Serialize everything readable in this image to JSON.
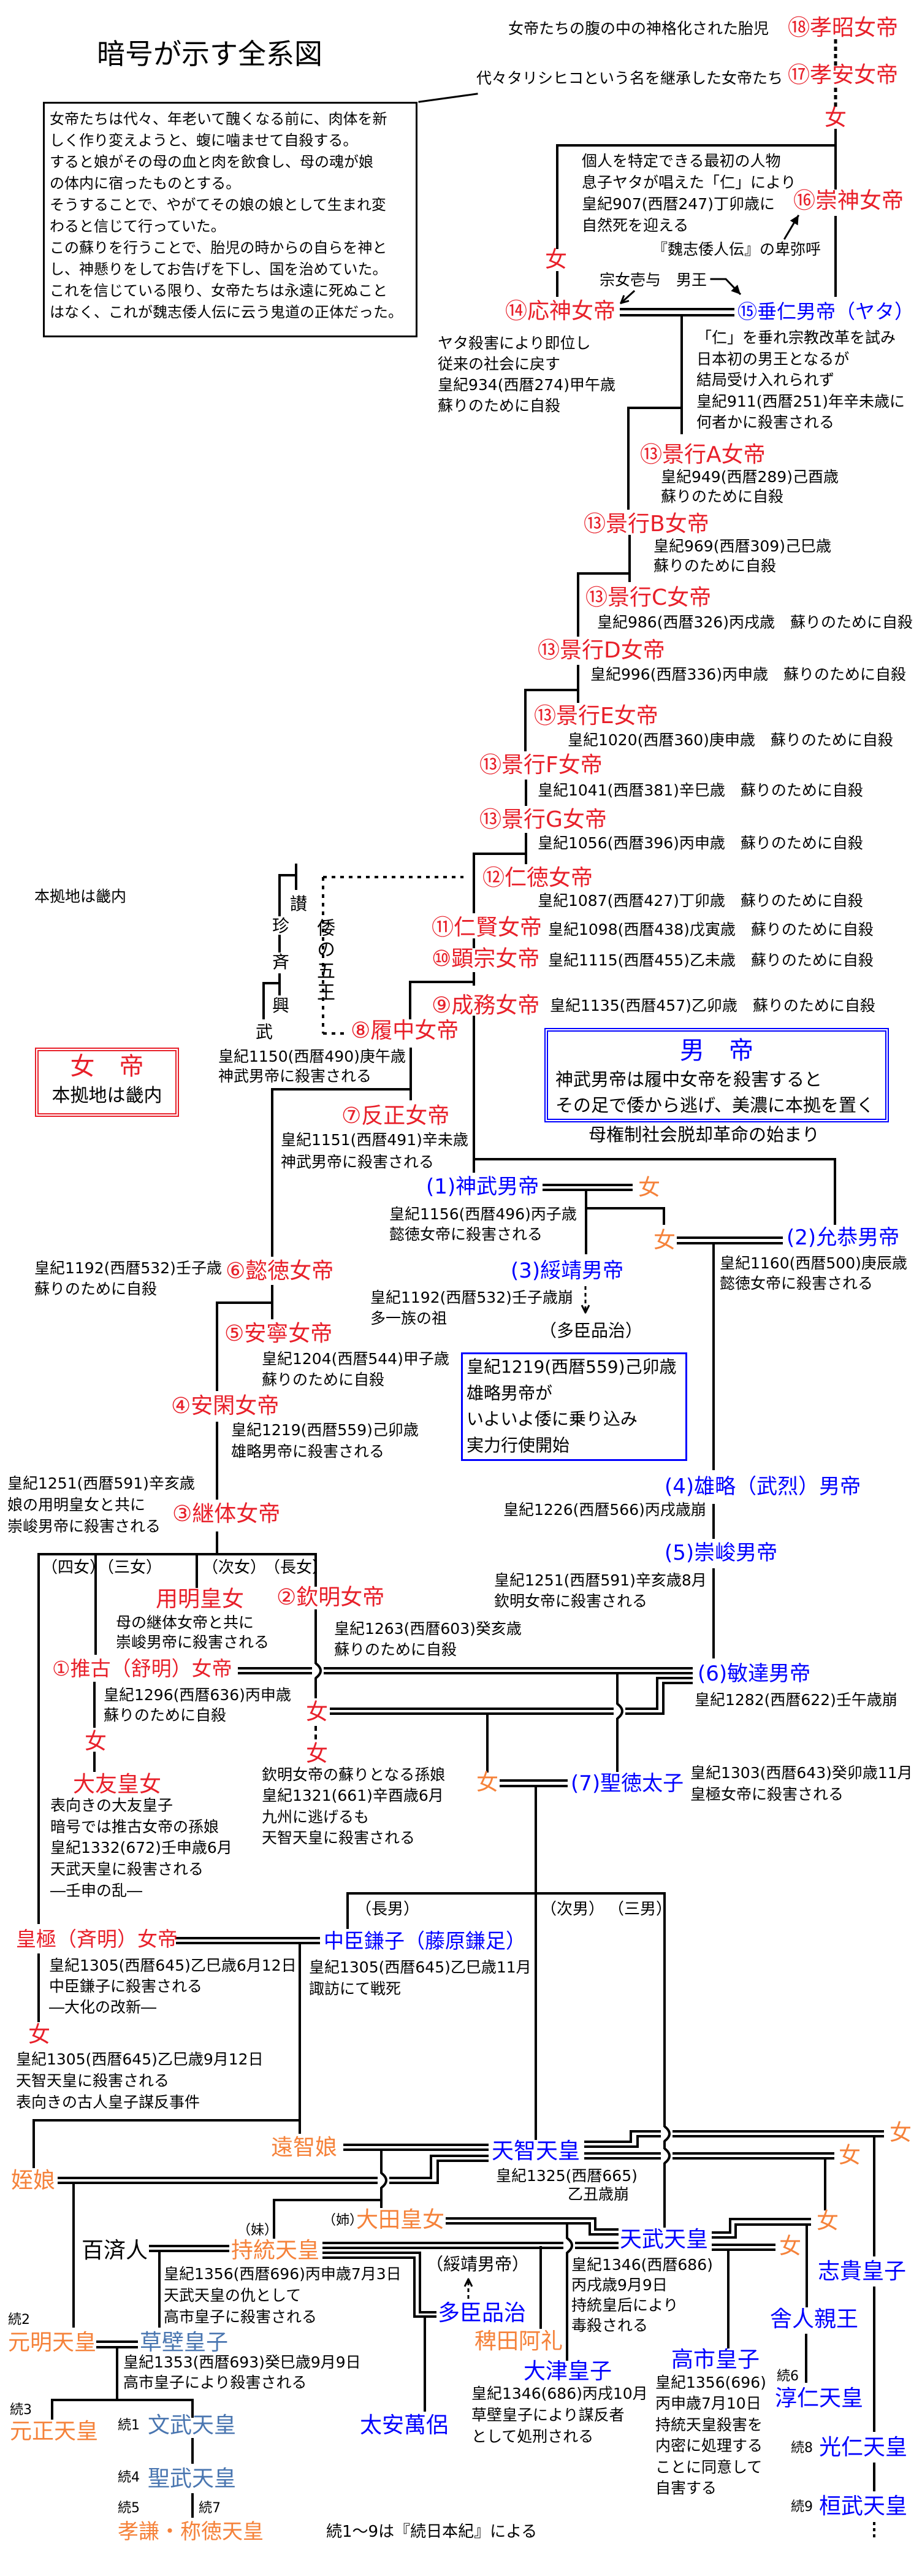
{
  "title": "暗号が示す全系図",
  "palette": {
    "female_line": "#e8202a",
    "male_line": "#0000ff",
    "consort": "#f5823a",
    "imperial_descendant": "#4a76b0"
  },
  "markers": {
    "female": "女"
  },
  "captions": {
    "fetus_deity": "女帝たちの腹の中の神格化された胎児",
    "tarishihiko": "代々タリシヒコという名を継承した女帝たち",
    "himiko": "『魏志倭人伝』の卑弥呼",
    "iyo": "宗女壱与",
    "male_king": "男王",
    "base_kinai": "本拠地は畿内",
    "wa_five_kings": "倭の五王",
    "revolution": "母権制社会脱却革命の始まり",
    "footnote": "続1～9は『続日本紀』による"
  },
  "intro_box": [
    "女帝たちは代々、年老いて醜くなる前に、肉体を新",
    "しく作り変えようと、蝮に噛ませて自殺する。",
    "すると娘がその母の血と肉を飲食し、母の魂が娘",
    "の体内に宿ったものとする。",
    "そうすることで、やがてその娘の娘として生まれ変",
    "わると信じて行っていた。",
    "この蘇りを行うことで、胎児の時からの自らを神と",
    "し、神懸りをしてお告げを下し、国を治めていた。",
    "これを信じている限り、女帝たちは永遠に死ぬこと",
    "はなく、これが魏志倭人伝に云う鬼道の正体だった。"
  ],
  "legend": {
    "female": {
      "title": "女　帝",
      "text": "本拠地は畿内"
    },
    "male": {
      "title": "男　帝",
      "lines": [
        "神武男帝は履中女帝を殺害すると",
        "その足で倭から逃げ、美濃に本拠を置く"
      ]
    }
  },
  "event_box": [
    "皇紀1219(西暦559)己卯歳",
    "雄略男帝が",
    "いよいよ倭に乗り込み",
    "実力行使開始"
  ],
  "wa_kings": [
    "讃",
    "珍",
    "斉",
    "興",
    "武"
  ],
  "daughter_labels": [
    "（四女）",
    "（三女）",
    "（次女）",
    "（長女）"
  ],
  "son_labels": [
    "（長男）",
    "（次男）",
    "（三男）"
  ],
  "people": {
    "kosho": {
      "name": "⑱孝昭女帝"
    },
    "koan": {
      "name": "⑰孝安女帝"
    },
    "sujin": {
      "name": "⑯崇神女帝",
      "notes": [
        "個人を特定できる最初の人物",
        "息子ヤタが唱えた「仁」により",
        "皇紀907(西暦247)丁卯歳に",
        "自然死を迎える"
      ]
    },
    "ojin": {
      "name": "⑭応神女帝",
      "notes": [
        "ヤタ殺害により即位し",
        "従来の社会に戻す",
        "皇紀934(西暦274)甲午歳",
        "蘇りのために自殺"
      ]
    },
    "suinin": {
      "name": "⑮垂仁男帝（ヤタ）",
      "notes": [
        "「仁」を垂れ宗教改革を試み",
        "日本初の男王となるが",
        "結局受け入れられず",
        "皇紀911(西暦251)年辛未歳に",
        "何者かに殺害される"
      ]
    },
    "keiko_a": {
      "name": "⑬景行A女帝",
      "notes": [
        "皇紀949(西暦289)己酉歳",
        "蘇りのために自殺"
      ]
    },
    "keiko_b": {
      "name": "⑬景行B女帝",
      "notes": [
        "皇紀969(西暦309)己巳歳",
        "蘇りのために自殺"
      ]
    },
    "keiko_c": {
      "name": "⑬景行C女帝",
      "notes": [
        "皇紀986(西暦326)丙戌歳　蘇りのために自殺"
      ]
    },
    "keiko_d": {
      "name": "⑬景行D女帝",
      "notes": [
        "皇紀996(西暦336)丙申歳　蘇りのために自殺"
      ]
    },
    "keiko_e": {
      "name": "⑬景行E女帝",
      "notes": [
        "皇紀1020(西暦360)庚申歳　蘇りのために自殺"
      ]
    },
    "keiko_f": {
      "name": "⑬景行F女帝",
      "notes": [
        "皇紀1041(西暦381)辛巳歳　蘇りのために自殺"
      ]
    },
    "keiko_g": {
      "name": "⑬景行G女帝",
      "notes": [
        "皇紀1056(西暦396)丙申歳　蘇りのために自殺"
      ]
    },
    "nintoku": {
      "name": "⑫仁徳女帝",
      "notes": [
        "皇紀1087(西暦427)丁卯歳　蘇りのために自殺"
      ]
    },
    "ninken": {
      "name": "⑪仁賢女帝",
      "notes": [
        "皇紀1098(西暦438)戊寅歳　蘇りのために自殺"
      ]
    },
    "kenzo": {
      "name": "⑩顕宗女帝",
      "notes": [
        "皇紀1115(西暦455)乙未歳　蘇りのために自殺"
      ]
    },
    "seimu": {
      "name": "⑨成務女帝",
      "notes": [
        "皇紀1135(西暦457)乙卯歳　蘇りのために自殺"
      ]
    },
    "richu": {
      "name": "⑧履中女帝",
      "notes": [
        "皇紀1150(西暦490)庚午歳",
        "神武男帝に殺害される"
      ]
    },
    "hanzei": {
      "name": "⑦反正女帝",
      "notes": [
        "皇紀1151(西暦491)辛未歳",
        "神武男帝に殺害される"
      ]
    },
    "jinmu": {
      "name": "(1)神武男帝",
      "notes": [
        "皇紀1156(西暦496)丙子歳",
        "懿徳女帝に殺害される"
      ]
    },
    "ingyo": {
      "name": "(2)允恭男帝",
      "notes": [
        "皇紀1160(西暦500)庚辰歳",
        "懿徳女帝に殺害される"
      ]
    },
    "suizei": {
      "name": "(3)綏靖男帝",
      "notes": [
        "皇紀1192(西暦532)壬子歳崩",
        "多一族の祖"
      ],
      "alias": "（多臣品治）"
    },
    "itoku": {
      "name": "⑥懿徳女帝",
      "notes": [
        "皇紀1192(西暦532)壬子歳",
        "蘇りのために自殺"
      ]
    },
    "annei": {
      "name": "⑤安寧女帝",
      "notes": [
        "皇紀1204(西暦544)甲子歳",
        "蘇りのために自殺"
      ]
    },
    "ankan": {
      "name": "④安閑女帝",
      "notes": [
        "皇紀1219(西暦559)己卯歳",
        "雄略男帝に殺害される"
      ]
    },
    "yuryaku": {
      "name": "(4)雄略（武烈）男帝",
      "notes": [
        "皇紀1226(西暦566)丙戌歳崩"
      ]
    },
    "sushun": {
      "name": "(5)崇峻男帝",
      "notes": [
        "皇紀1251(西暦591)辛亥歳8月",
        "欽明女帝に殺害される"
      ]
    },
    "keitai": {
      "name": "③継体女帝",
      "notes": [
        "皇紀1251(西暦591)辛亥歳",
        "娘の用明皇女と共に",
        "崇峻男帝に殺害される"
      ]
    },
    "yomei": {
      "name": "用明皇女",
      "notes": [
        "母の継体女帝と共に",
        "崇峻男帝に殺害される"
      ]
    },
    "kinmei": {
      "name": "②欽明女帝",
      "notes": [
        "皇紀1263(西暦603)癸亥歳",
        "蘇りのために自殺"
      ]
    },
    "suiko": {
      "name": "①推古（舒明）女帝",
      "notes": [
        "皇紀1296(西暦636)丙申歳",
        "蘇りのために自殺"
      ]
    },
    "otomo": {
      "name": "大友皇女",
      "notes": [
        "表向きの大友皇子",
        "暗号では推古女帝の孫娘",
        "皇紀1332(672)壬申歳6月",
        "天武天皇に殺害される",
        "―壬申の乱―"
      ]
    },
    "kinmei_granddaughter": {
      "notes": [
        "欽明女帝の蘇りとなる孫娘",
        "皇紀1321(661)辛酉歳6月",
        "九州に逃げるも",
        "天智天皇に殺害される"
      ]
    },
    "bidatsu": {
      "name": "(6)敏達男帝",
      "notes": [
        "皇紀1282(西暦622)壬午歳崩"
      ]
    },
    "shotoku": {
      "name": "(7)聖徳太子",
      "notes": [
        "皇紀1303(西暦643)癸卯歳11月",
        "皇極女帝に殺害される"
      ]
    },
    "kogyoku": {
      "name": "皇極（斉明）女帝",
      "notes": [
        "皇紀1305(西暦645)乙巳歳6月12日",
        "中臣鎌子に殺害される",
        "―大化の改新―"
      ]
    },
    "kogyoku_daughter": {
      "notes": [
        "皇紀1305(西暦645)乙巳歳9月12日",
        "天智天皇に殺害される",
        "表向きの古人皇子謀反事件"
      ]
    },
    "kamako": {
      "name": "中臣鎌子（藤原鎌足）",
      "notes": [
        "皇紀1305(西暦645)乙巳歳11月",
        "諏訪にて戦死"
      ]
    },
    "ochi": {
      "name": "遠智娘"
    },
    "mei": {
      "name": "姪娘"
    },
    "tenji": {
      "name": "天智天皇",
      "notes": [
        "皇紀1325(西暦665)",
        "乙丑歳崩"
      ]
    },
    "ota": {
      "name": "大田皇女",
      "relation": "（姉）"
    },
    "jito": {
      "name": "持統天皇",
      "relation": "（妹）",
      "notes": [
        "皇紀1356(西暦696)丙申歳7月3日",
        "天武天皇の仇として",
        "高市皇子に殺害される"
      ]
    },
    "kudara": {
      "name": "百済人"
    },
    "tenmu": {
      "name": "天武天皇",
      "notes": [
        "皇紀1346(西暦686)",
        "丙戌歳9月9日",
        "持統皇后により",
        "毒殺される"
      ]
    },
    "shiki": {
      "name": "志貴皇子"
    },
    "toneri": {
      "name": "舎人親王"
    },
    "junnin": {
      "name": "淳仁天皇",
      "seq": "続6"
    },
    "konin": {
      "name": "光仁天皇",
      "seq": "続8"
    },
    "kanmu": {
      "name": "桓武天皇",
      "seq": "続9"
    },
    "hondaji": {
      "name": "多臣品治",
      "alias": "（綏靖男帝）"
    },
    "hieda": {
      "name": "稗田阿礼"
    },
    "otsu": {
      "name": "大津皇子",
      "notes": [
        "皇紀1346(686)丙戌10月",
        "草壁皇子により謀反者",
        "として処刑される"
      ]
    },
    "takechi": {
      "name": "高市皇子",
      "notes": [
        "皇紀1356(696)",
        "丙申歳7月10日",
        "持統天皇殺害を",
        "内密に処理する",
        "ことに同意して",
        "自害する"
      ]
    },
    "yasumaro": {
      "name": "太安萬侶"
    },
    "genmei": {
      "name": "元明天皇",
      "seq": "続2"
    },
    "kusakabe": {
      "name": "草壁皇子",
      "notes": [
        "皇紀1353(西暦693)癸巳歳9月9日",
        "高市皇子により殺害される"
      ]
    },
    "gensho": {
      "name": "元正天皇",
      "seq": "続3"
    },
    "monmu": {
      "name": "文武天皇",
      "seq": "続1"
    },
    "shomu": {
      "name": "聖武天皇",
      "seq": "続4"
    },
    "koken": {
      "name": "孝謙・称徳天皇",
      "seq": "続5",
      "seq2": "続7"
    }
  }
}
